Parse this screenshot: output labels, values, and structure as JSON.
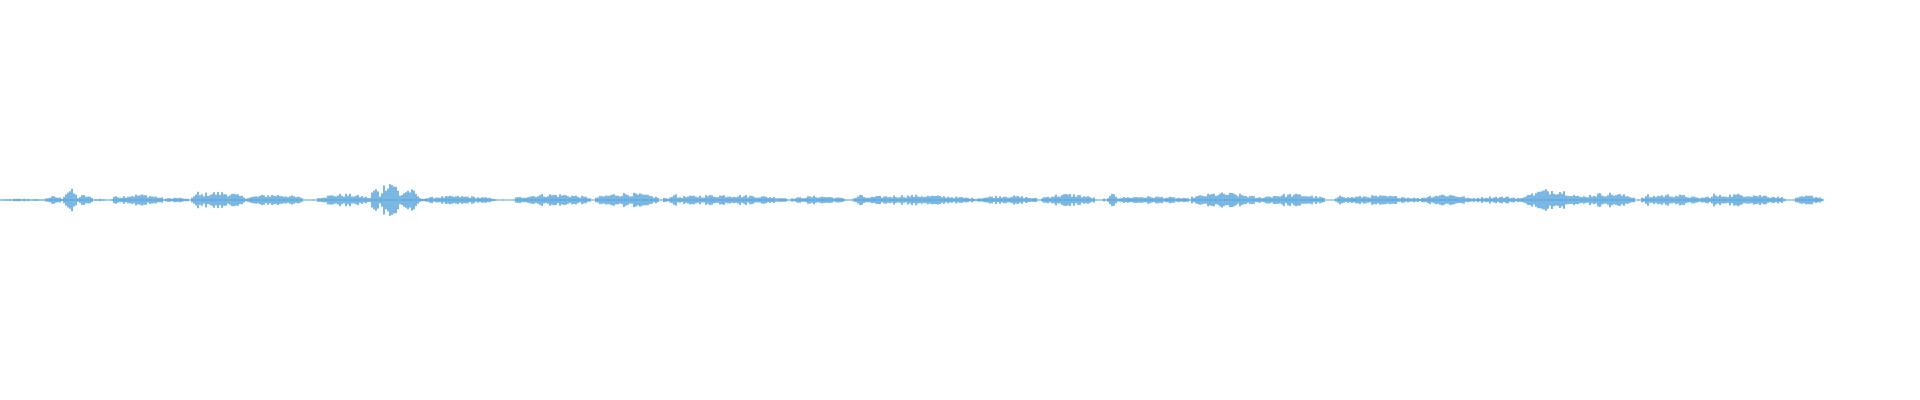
{
  "waveform": {
    "color": "#5aa5dc",
    "background": "#ffffff",
    "played_fraction": 0,
    "audio_fraction": 0.95,
    "segments": [
      {
        "start": 0.0,
        "end": 0.023,
        "level": 0.06
      },
      {
        "start": 0.023,
        "end": 0.033,
        "level": 0.18
      },
      {
        "start": 0.033,
        "end": 0.04,
        "level": 0.55
      },
      {
        "start": 0.04,
        "end": 0.048,
        "level": 0.25
      },
      {
        "start": 0.048,
        "end": 0.055,
        "level": 0.06
      },
      {
        "start": 0.06,
        "end": 0.085,
        "level": 0.28
      },
      {
        "start": 0.085,
        "end": 0.098,
        "level": 0.12
      },
      {
        "start": 0.099,
        "end": 0.128,
        "level": 0.4
      },
      {
        "start": 0.128,
        "end": 0.158,
        "level": 0.28
      },
      {
        "start": 0.165,
        "end": 0.193,
        "level": 0.3
      },
      {
        "start": 0.193,
        "end": 0.198,
        "level": 0.6
      },
      {
        "start": 0.198,
        "end": 0.208,
        "level": 1.0
      },
      {
        "start": 0.208,
        "end": 0.218,
        "level": 0.55
      },
      {
        "start": 0.218,
        "end": 0.258,
        "level": 0.2
      },
      {
        "start": 0.268,
        "end": 0.308,
        "level": 0.3
      },
      {
        "start": 0.31,
        "end": 0.343,
        "level": 0.35
      },
      {
        "start": 0.345,
        "end": 0.41,
        "level": 0.26
      },
      {
        "start": 0.412,
        "end": 0.44,
        "level": 0.2
      },
      {
        "start": 0.444,
        "end": 0.508,
        "level": 0.24
      },
      {
        "start": 0.508,
        "end": 0.54,
        "level": 0.22
      },
      {
        "start": 0.542,
        "end": 0.57,
        "level": 0.3
      },
      {
        "start": 0.575,
        "end": 0.62,
        "level": 0.18
      },
      {
        "start": 0.62,
        "end": 0.655,
        "level": 0.35
      },
      {
        "start": 0.655,
        "end": 0.69,
        "level": 0.3
      },
      {
        "start": 0.695,
        "end": 0.74,
        "level": 0.22
      },
      {
        "start": 0.74,
        "end": 0.765,
        "level": 0.3
      },
      {
        "start": 0.765,
        "end": 0.795,
        "level": 0.18
      },
      {
        "start": 0.795,
        "end": 0.822,
        "level": 0.55
      },
      {
        "start": 0.822,
        "end": 0.852,
        "level": 0.35
      },
      {
        "start": 0.855,
        "end": 0.885,
        "level": 0.28
      },
      {
        "start": 0.885,
        "end": 0.93,
        "level": 0.3
      },
      {
        "start": 0.935,
        "end": 0.95,
        "level": 0.22
      }
    ],
    "spikes": [
      {
        "pos": 0.036,
        "level": 0.55
      },
      {
        "pos": 0.061,
        "level": 0.3
      },
      {
        "pos": 0.103,
        "level": 0.42
      },
      {
        "pos": 0.205,
        "level": 1.0
      },
      {
        "pos": 0.351,
        "level": 0.4
      },
      {
        "pos": 0.448,
        "level": 0.35
      },
      {
        "pos": 0.58,
        "level": 0.45
      },
      {
        "pos": 0.698,
        "level": 0.4
      },
      {
        "pos": 0.796,
        "level": 0.5
      },
      {
        "pos": 0.858,
        "level": 0.3
      },
      {
        "pos": 0.893,
        "level": 0.35
      }
    ]
  }
}
